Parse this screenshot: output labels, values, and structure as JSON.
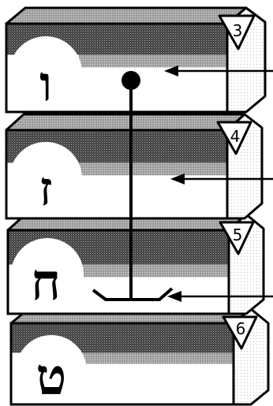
{
  "blocks": [
    {
      "letter": "ו",
      "number": "3"
    },
    {
      "letter": "ז",
      "number": "4"
    },
    {
      "letter": "ח",
      "number": "5"
    },
    {
      "letter": "ט",
      "number": "6"
    }
  ],
  "colors": {
    "ink": "#000000",
    "paper": "#ffffff",
    "shade_dark": "#4d4d4d",
    "shade_light": "#9a9a9a"
  }
}
